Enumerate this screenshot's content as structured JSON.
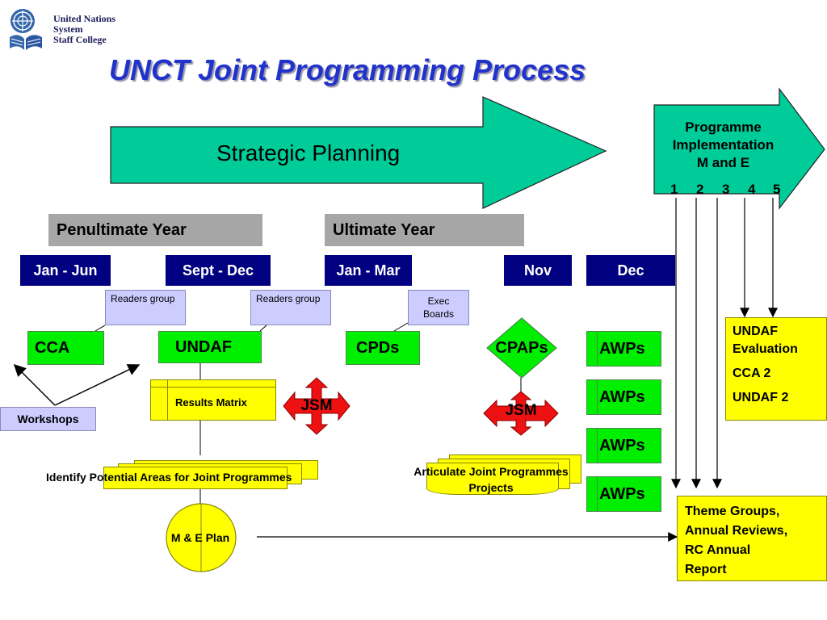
{
  "logo": {
    "line1": "United Nations",
    "line2": "System",
    "line3": "Staff College"
  },
  "title": "UNCT Joint Programming Process",
  "strategic_planning": "Strategic Planning",
  "programme_implementation": {
    "line1": "Programme",
    "line2": "Implementation",
    "line3": "M and E"
  },
  "numbers": [
    "1",
    "2",
    "3",
    "4",
    "5"
  ],
  "years": {
    "penultimate": "Penultimate Year",
    "ultimate": "Ultimate Year"
  },
  "periods": {
    "jan_jun": "Jan - Jun",
    "sept_dec": "Sept - Dec",
    "jan_mar": "Jan - Mar",
    "nov": "Nov",
    "dec": "Dec"
  },
  "notes": {
    "readers1": "Readers group",
    "readers2": "Readers group",
    "exec": "Exec Boards",
    "workshops": "Workshops"
  },
  "boxes": {
    "cca": "CCA",
    "undaf": "UNDAF",
    "cpds": "CPDs",
    "cpaps": "CPAPs",
    "awps": "AWPs",
    "results_matrix": "Results Matrix",
    "jsm": "JSM"
  },
  "labels": {
    "identify": "Identify Potential Areas for Joint Programmes",
    "articulate_line1": "Articulate Joint Programmes",
    "articulate_line2": "Projects",
    "me_plan": "M & E Plan"
  },
  "undaf_eval": {
    "line1": "UNDAF",
    "line2": "Evaluation",
    "line3": "CCA 2",
    "line4": "UNDAF 2"
  },
  "theme_groups": {
    "line1": "Theme Groups,",
    "line2": "Annual Reviews,",
    "line3": "RC Annual",
    "line4": "Report"
  },
  "colors": {
    "title_blue": "#2233cc",
    "arrow_green": "#00cc99",
    "box_green": "#00ee00",
    "navy": "#000080",
    "gray": "#a6a6a6",
    "lavender": "#ccccff",
    "yellow": "#ffff00",
    "jsm_red": "#ee1111"
  }
}
